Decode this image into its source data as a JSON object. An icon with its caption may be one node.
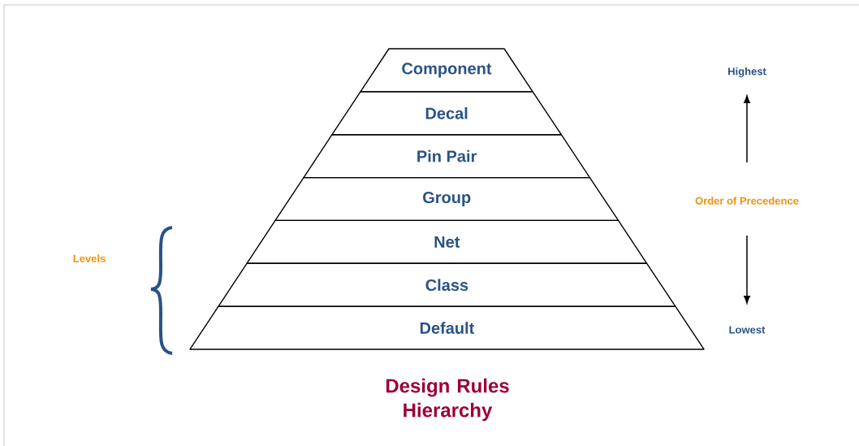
{
  "diagram": {
    "title": "Design Rules Hierarchy",
    "nodes": [
      {
        "text": [
          "Component"
        ]
      },
      {
        "text": [
          "Decal"
        ]
      },
      {
        "text": [
          "Pin Pair"
        ]
      },
      {
        "text": [
          "Group"
        ]
      },
      {
        "text": [
          "Net"
        ]
      },
      {
        "text": [
          "Class"
        ]
      },
      {
        "text": [
          "Default"
        ]
      }
    ],
    "labels": [
      "Highest",
      "Order of Precedence",
      "Levels",
      "Lowest"
    ]
  }
}
